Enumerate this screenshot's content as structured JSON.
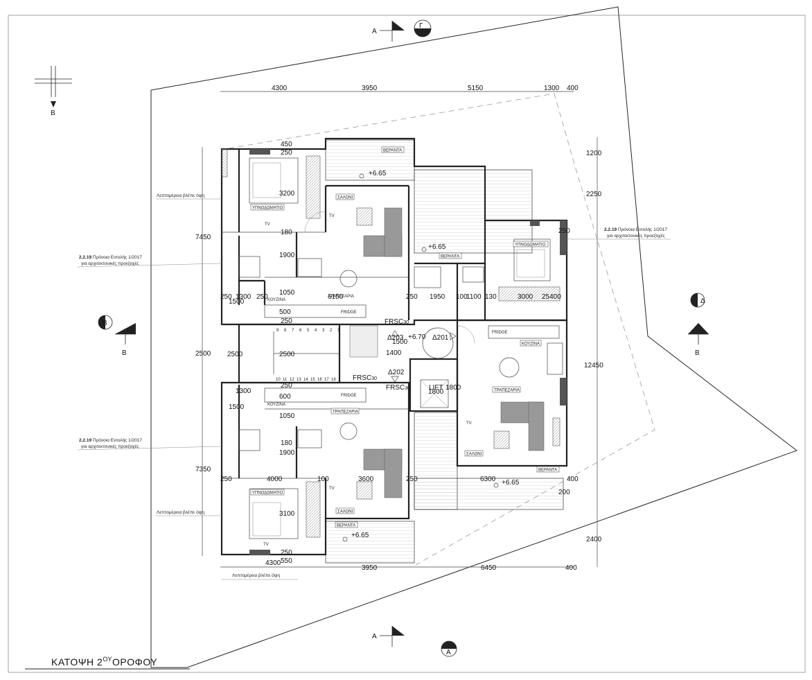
{
  "drawing": {
    "title": "ΚΑΤΟΨΗ 2ΟΥΟΡΟΦΟΥ",
    "title_main": "ΚΑΤΟΨΗ 2",
    "title_sup": "ΟΥ",
    "title_rest": "ΟΡΟΦΟΥ"
  },
  "section_marks": {
    "top_a": "Α",
    "top_g": "Γ",
    "left_b": "Β",
    "left_b2": "Β",
    "right_d": "Δ",
    "right_b": "Β",
    "bottom_a": "Α",
    "bottom_a2": "Α",
    "north_b": "Β"
  },
  "dims": {
    "top": [
      "4300",
      "3950",
      "5150",
      "1300",
      "400"
    ],
    "top_small": [
      "450",
      "250"
    ],
    "bottom": [
      "4300",
      "3950",
      "6450",
      "400"
    ],
    "bottom_small": [
      "550",
      "250"
    ],
    "left": [
      "7450",
      "2500",
      "7350"
    ],
    "right": [
      "1200",
      "2250",
      "12450",
      "2400"
    ],
    "interior": {
      "d3200": "3200",
      "d3100": "3100",
      "d1900a": "1900",
      "d1900b": "1900",
      "d1050a": "1050",
      "d1050b": "1050",
      "d6150": "6150",
      "d3600": "3600",
      "d4000": "4000",
      "d2500": "2500",
      "d1300a": "1300",
      "d1300b": "1300",
      "d1500a": "1500",
      "d1500b": "1500",
      "d500a": "500",
      "d600": "600",
      "d1950": "1950",
      "d1100": "1100",
      "d3000": "3000",
      "d6300": "6300",
      "d1400": "1400",
      "d1500c": "1500",
      "d1800a": "1800",
      "d1800b": "1800",
      "d100a": "100",
      "d100b": "100",
      "d250": "250",
      "d25400": "25400",
      "d200": "200",
      "d400": "400",
      "d130": "130",
      "d180": "180"
    }
  },
  "levels": [
    "+6.65",
    "+6.65",
    "+6.65",
    "+6.65",
    "+6.70"
  ],
  "rooms": {
    "bedroom": "ΥΠΝΟΔΩΜΑΤΙΟ",
    "salon": "ΣΑΛΟΝΙ",
    "veranda": "ΒΕΡΑΝΤΑ",
    "dining": "ΤΡΑΠΕΖΑΡΙΑ",
    "kitchen": "ΚΟΥΖΙΝΑ",
    "lift": "LIFT",
    "fridge": "FRIDGE",
    "tv": "TV"
  },
  "fire": [
    "FRSC",
    "FRSC",
    "FRSC"
  ],
  "fire_sub": "30",
  "deltas": [
    "Δ203",
    "Δ201",
    "Δ202"
  ],
  "notes": {
    "details": "Λεπτομέρεια βλέπε όψη",
    "rule_num": "2.2.19",
    "rule_text": "Πρόνοια Εντολής 1/2017",
    "rule_sub": "για αρχιτεκτονικές προεξοχές"
  },
  "stairs": [
    "9",
    "8",
    "7",
    "6",
    "5",
    "4",
    "3",
    "2",
    "1",
    "10",
    "11",
    "12",
    "13",
    "14",
    "15",
    "16",
    "17",
    "18"
  ]
}
